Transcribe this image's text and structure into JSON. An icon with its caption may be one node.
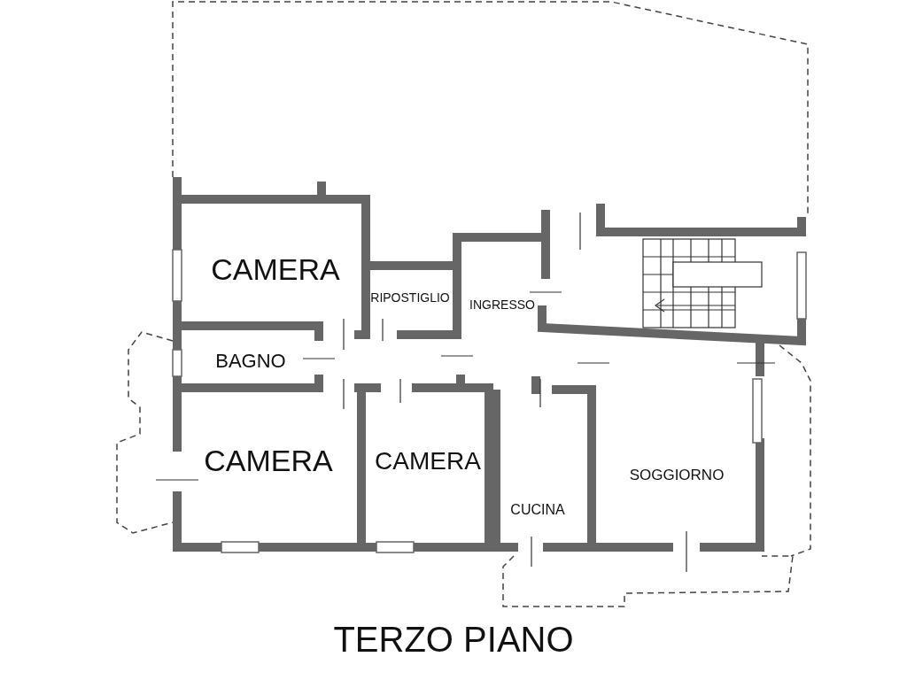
{
  "diagram": {
    "title": "TERZO PIANO",
    "nodes": [
      {
        "text": [
          "CAMERA"
        ]
      },
      {
        "text": [
          "RIPOSTIGLIO"
        ]
      },
      {
        "text": [
          "INGRESSO"
        ]
      },
      {
        "text": [
          "BAGNO"
        ]
      },
      {
        "text": [
          "CAMERA"
        ]
      },
      {
        "text": [
          "CAMERA"
        ]
      },
      {
        "text": [
          "CUCINA"
        ]
      },
      {
        "text": [
          "SOGGIORNO"
        ]
      }
    ]
  }
}
